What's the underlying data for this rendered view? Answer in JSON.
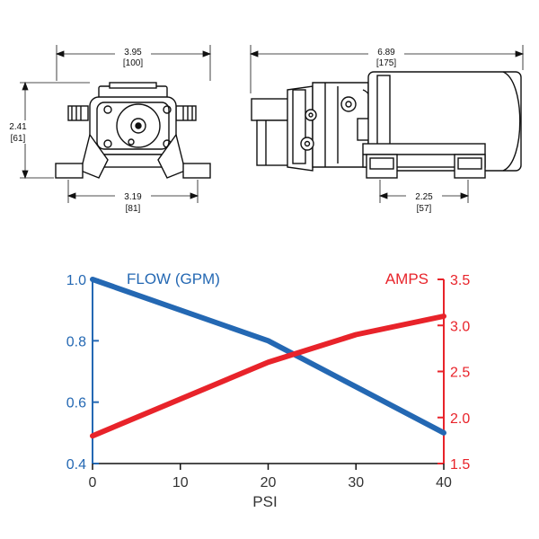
{
  "drawing": {
    "front_view": {
      "overall_width": {
        "in": "3.95",
        "mm": "[100]"
      },
      "height": {
        "in": "2.41",
        "mm": "[61]"
      },
      "mount_spacing": {
        "in": "3.19",
        "mm": "[81]"
      }
    },
    "side_view": {
      "overall_length": {
        "in": "6.89",
        "mm": "[175]"
      },
      "mount_spacing": {
        "in": "2.25",
        "mm": "[57]"
      }
    }
  },
  "colors": {
    "flow": "#2468b3",
    "amps": "#e8232a",
    "line": "#111111"
  },
  "chart_data": {
    "type": "line",
    "x": [
      0,
      20,
      30,
      40
    ],
    "xlabel": "PSI",
    "xlim": [
      0,
      40
    ],
    "xticks": [
      0,
      10,
      20,
      30,
      40
    ],
    "series": [
      {
        "name": "FLOW (GPM)",
        "axis": "left",
        "values": [
          1.0,
          0.8,
          0.65,
          0.5
        ],
        "ylim": [
          0.4,
          1.0
        ],
        "yticks": [
          "0.4",
          "0.6",
          "0.8",
          "1.0"
        ]
      },
      {
        "name": "AMPS",
        "axis": "right",
        "values": [
          1.8,
          2.6,
          2.9,
          3.1
        ],
        "ylim": [
          1.5,
          3.5
        ],
        "yticks": [
          "1.5",
          "2.0",
          "2.5",
          "3.0",
          "3.5"
        ]
      }
    ],
    "grid": false,
    "legend": "series names at top-left and top-right corners"
  }
}
